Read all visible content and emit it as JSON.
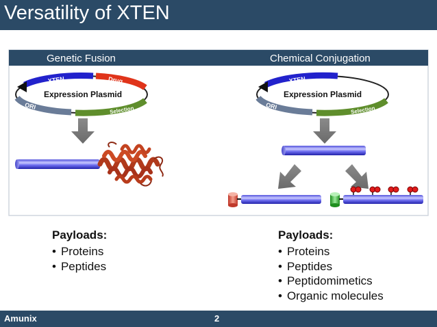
{
  "title": "Versatility of XTEN",
  "panel": {
    "left_header": "Genetic Fusion",
    "right_header": "Chemical Conjugation"
  },
  "plasmid_left": {
    "center_label": "Expression Plasmid",
    "xten_label": "XTEN",
    "drug_label": "Drug",
    "ori_label": "ORI",
    "selection_label": "Selection"
  },
  "plasmid_right": {
    "center_label": "Expression Plasmid",
    "xten_label": "XTEN",
    "ori_label": "ORI",
    "selection_label": "Selection"
  },
  "payloads_left": {
    "heading": "Payloads:",
    "items": [
      "Proteins",
      "Peptides"
    ]
  },
  "payloads_right": {
    "heading": "Payloads:",
    "items": [
      "Proteins",
      "Peptides",
      "Peptidomimetics",
      "Organic molecules"
    ]
  },
  "footer": {
    "company": "Amunix",
    "page_number": "2"
  },
  "colors": {
    "bar": "#2b4a66",
    "xten_blue": "#2222cc",
    "drug_red": "#e0341a",
    "ori_gray": "#6a7c98",
    "selection_green": "#5f8e2c"
  }
}
